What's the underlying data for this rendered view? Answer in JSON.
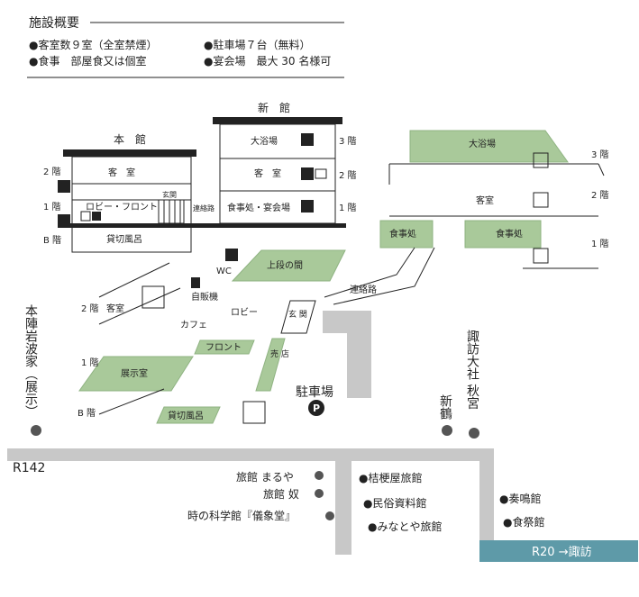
{
  "facility": {
    "heading": "施設概要",
    "items": [
      "●客室数９室（全室禁煙）",
      "●駐車場７台（無料）",
      "●食事　部屋食又は個室",
      "●宴会場　最大 30 名様可"
    ]
  },
  "main_building": {
    "title": "本　館",
    "floors": {
      "f2": "2 階",
      "f1": "1 階",
      "b": "B 階"
    },
    "rooms": {
      "guest": "客　室",
      "lobby": "ロビー・フロント",
      "entrance": "玄関",
      "bath": "貸切風呂"
    }
  },
  "new_building": {
    "title": "新　館",
    "rooms": {
      "bath": "大浴場",
      "guest": "客　室",
      "dining": "食事処・宴会場",
      "corridor": "連絡路"
    },
    "floors": {
      "f3": "3 階",
      "f2": "2 階",
      "f1": "1 階"
    }
  },
  "right_building": {
    "bath": "大浴場",
    "guest": "客室",
    "dining1": "食事処",
    "dining2": "食事処",
    "floors": {
      "f3": "3 階",
      "f2": "2 階",
      "f1": "1 階"
    }
  },
  "iso_map": {
    "corridor": "連絡路",
    "upper_hall": "上段の間",
    "wc": "WC",
    "vending": "自販機",
    "cafe": "カフェ",
    "lobby": "ロビー",
    "entrance": "玄\n関",
    "front": "フロント",
    "shop": "売\n店",
    "exhibit": "展示室",
    "bath": "貸切風呂",
    "parking": "駐車場",
    "parking_icon": "P",
    "floor_2": "2 階",
    "floor_2_guest": "客室",
    "floor_1": "1 階",
    "floor_b": "B 階"
  },
  "landmarks": {
    "honjin": "本陣岩波家（展示）",
    "shinzuru": "新鶴",
    "taisha": "諏訪大社 秋宮",
    "r142": "R142",
    "marumaya": "旅館 まるや",
    "yakko": "旅館 奴",
    "gishodo": "時の科学館『儀象堂』",
    "kikyoya": "●桔梗屋旅館",
    "minzoku": "●民俗資料館",
    "minatoya": "●みなとや旅館",
    "sokyokan": "●奏鳴館",
    "shokusaikan": "●食祭館",
    "r20": "R20 →諏訪"
  },
  "colors": {
    "room_green": "#a9c99a",
    "road_gray": "#c8c8c8",
    "r20_blue": "#5e9aa8",
    "dark": "#222222"
  }
}
